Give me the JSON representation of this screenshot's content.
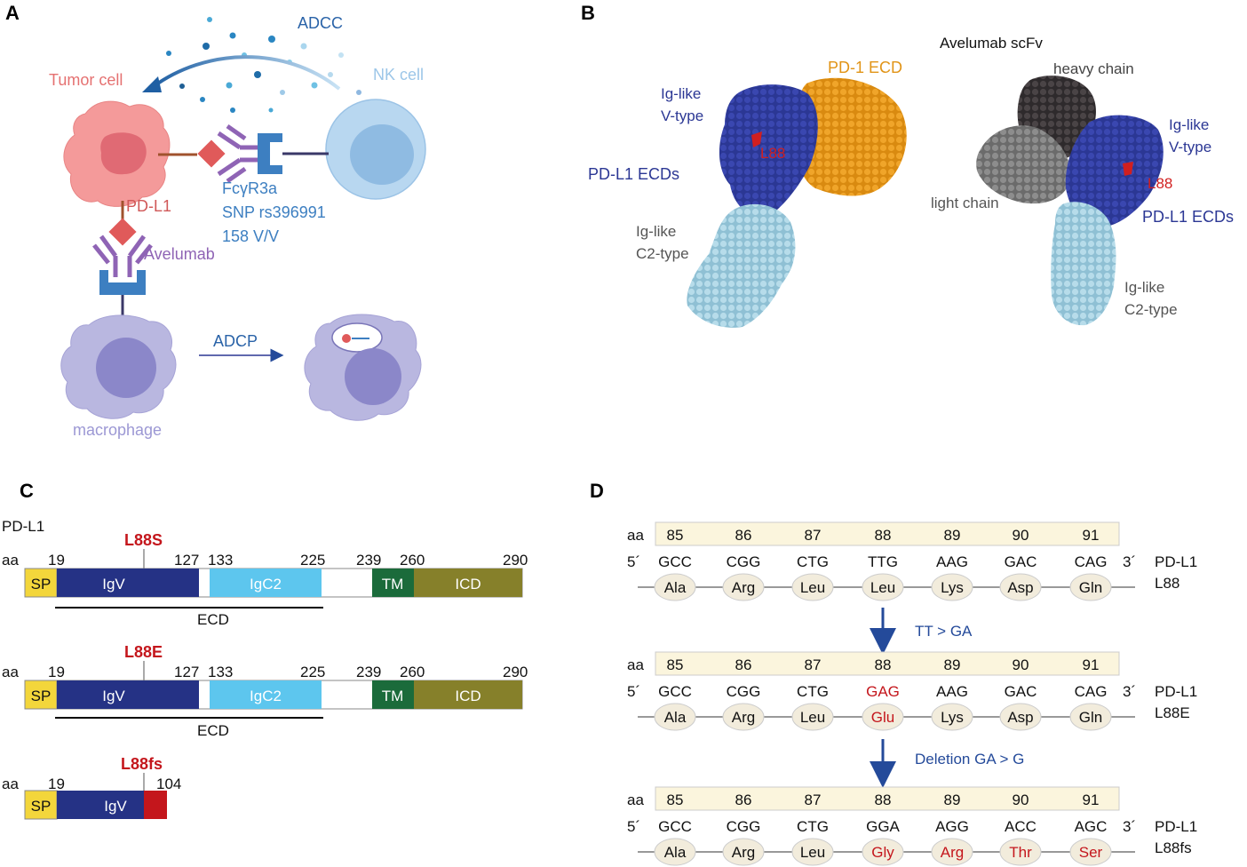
{
  "panel_labels": {
    "a": "A",
    "b": "B",
    "c": "C",
    "d": "D"
  },
  "colors": {
    "tumor": "#f08a8a",
    "nk": "#a9cdeb",
    "macrophage": "#b9b7e0",
    "avelumab": "#8f64b5",
    "fc_receptor": "#3d7fc1",
    "pdl1_marker": "#e05a5a",
    "ig_v": "#2b3794",
    "pd1": "#e79b1e",
    "ig_c2": "#a8d3e4",
    "heavy_chain": "#3b3638",
    "light_chain": "#7c7c7c",
    "mutation": "#d11f1f",
    "sp": "#f3d63b",
    "igv_domain": "#253285",
    "igc2_domain": "#5dc6ee",
    "tm": "#1b6b3b",
    "icd": "#86802a",
    "frameshift": "#c4161c",
    "codon_band": "#fbf5dd",
    "aa_oval": "#f2ecdc",
    "arrow": "#244a9a"
  },
  "panel_a": {
    "adcc": "ADCC",
    "tumor_cell": "Tumor cell",
    "nk_cell": "NK cell",
    "pdl1": "PD-L1",
    "fc_receptor": "FcγR3a",
    "snp": "SNP rs396991",
    "genotype": "158 V/V",
    "avelumab": "Avelumab",
    "adcp": "ADCP",
    "macrophage": "macrophage"
  },
  "panel_b": {
    "scfv_title": "Avelumab scFv",
    "pd1_ecd": "PD-1 ECD",
    "igv_left_1": "Ig-like",
    "igv_left_2": "V-type",
    "l88_left": "L88",
    "pdl1_ecds_left": "PD-L1 ECDs",
    "igc2_left_1": "Ig-like",
    "igc2_left_2": "C2-type",
    "heavy_chain": "heavy chain",
    "light_chain": "light chain",
    "igv_right_1": "Ig-like",
    "igv_right_2": "V-type",
    "l88_right": "L88",
    "pdl1_ecds_right": "PD-L1 ECDs",
    "igc2_right_1": "Ig-like",
    "igc2_right_2": "C2-type"
  },
  "panel_c": {
    "protein": "PD-L1",
    "aa": "aa",
    "domains": {
      "sp": "SP",
      "igv": "IgV",
      "igc2": "IgC2",
      "tm": "TM",
      "icd": "ICD"
    },
    "ecd": "ECD",
    "positions": {
      "p19": "19",
      "p127": "127",
      "p133": "133",
      "p225": "225",
      "p239": "239",
      "p260": "260",
      "p290": "290",
      "p104": "104"
    },
    "variants": [
      "L88S",
      "L88E",
      "L88fs"
    ]
  },
  "panel_d": {
    "aa": "aa",
    "five_prime": "5´",
    "three_prime": "3´",
    "positions": [
      "85",
      "86",
      "87",
      "88",
      "89",
      "90",
      "91"
    ],
    "rows": [
      {
        "codons": [
          "GCC",
          "CGG",
          "CTG",
          "TTG",
          "AAG",
          "GAC",
          "CAG"
        ],
        "aminos": [
          "Ala",
          "Arg",
          "Leu",
          "Leu",
          "Lys",
          "Asp",
          "Gln"
        ],
        "label1": "PD-L1",
        "label2": "L88"
      },
      {
        "codons": [
          "GCC",
          "CGG",
          "CTG",
          "GAG",
          "AAG",
          "GAC",
          "CAG"
        ],
        "aminos": [
          "Ala",
          "Arg",
          "Leu",
          "Glu",
          "Lys",
          "Asp",
          "Gln"
        ],
        "label1": "PD-L1",
        "label2": "L88E"
      },
      {
        "codons": [
          "GCC",
          "CGG",
          "CTG",
          "GGA",
          "AGG",
          "ACC",
          "AGC"
        ],
        "aminos": [
          "Ala",
          "Arg",
          "Leu",
          "Gly",
          "Arg",
          "Thr",
          "Ser"
        ],
        "label1": "PD-L1",
        "label2": "L88fs"
      }
    ],
    "arrow1": "TT > GA",
    "arrow2": "Deletion GA > G"
  }
}
